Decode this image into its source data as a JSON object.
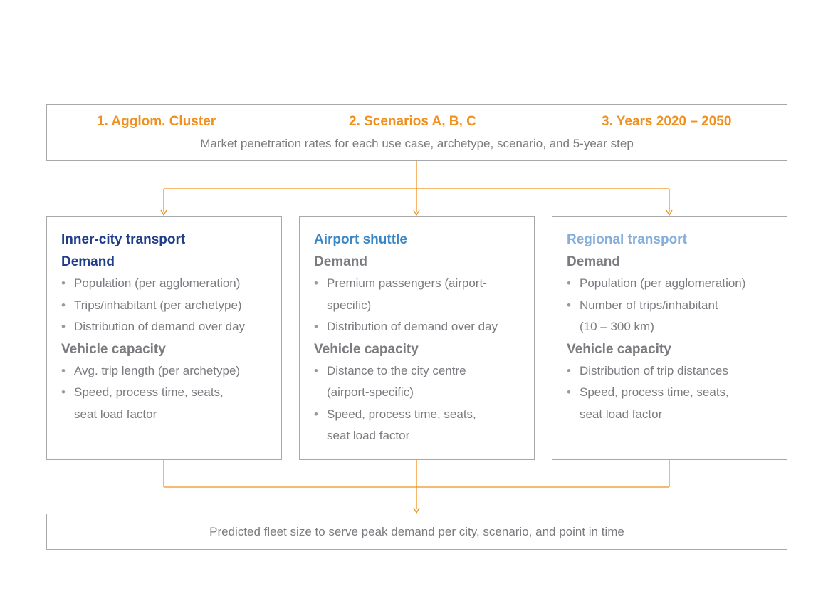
{
  "colors": {
    "accent": "#f0901e",
    "inner_city": "#1f3d8a",
    "airport": "#3a87c8",
    "regional": "#86aedb",
    "text": "#7b7b80",
    "border": "#a7a8ab"
  },
  "top": {
    "steps": [
      "1. Agglom. Cluster",
      "2. Scenarios A, B, C",
      "3. Years 2020 – 2050"
    ],
    "subtitle": "Market penetration rates for each use case, archetype, scenario, and 5-year step"
  },
  "cards": [
    {
      "title": "Inner-city transport",
      "demand_label": "Demand",
      "demand_items": [
        "Population (per agglomeration)",
        "Trips/inhabitant (per archetype)",
        "Distribution of demand over day"
      ],
      "capacity_label": "Vehicle capacity",
      "capacity_items": [
        "Avg. trip length (per archetype)",
        "Speed, process time, seats, seat load factor"
      ]
    },
    {
      "title": "Airport shuttle",
      "demand_label": "Demand",
      "demand_items": [
        "Premium passengers (airport-specific)",
        "Distribution of demand over day"
      ],
      "capacity_label": "Vehicle capacity",
      "capacity_items": [
        "Distance to the city centre (airport-specific)",
        "Speed, process time, seats, seat load factor"
      ]
    },
    {
      "title": "Regional transport",
      "demand_label": "Demand",
      "demand_items": [
        "Population (per agglomeration)",
        "Number of trips/inhabitant (10 – 300 km)"
      ],
      "capacity_label": "Vehicle capacity",
      "capacity_items": [
        "Distribution of trip distances",
        "Speed, process time, seats, seat load factor"
      ]
    }
  ],
  "bottom": {
    "text": "Predicted fleet size to serve peak demand per city, scenario, and point in time"
  }
}
